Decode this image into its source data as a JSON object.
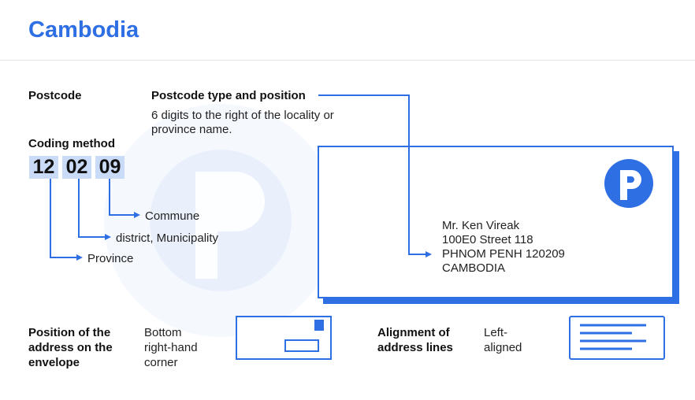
{
  "header": {
    "title": "Cambodia"
  },
  "postcode": {
    "label": "Postcode"
  },
  "type_position": {
    "label": "Postcode type and position",
    "description_line1": "6 digits to the right of the locality or",
    "description_line2": "province name."
  },
  "coding": {
    "label": "Coding method",
    "digits": [
      "12",
      "02",
      "09"
    ],
    "parts": [
      "Commune",
      "district, Municipality",
      "Province"
    ]
  },
  "address": {
    "lines": [
      "Mr. Ken Vireak",
      "100E0 Street 118",
      "PHNOM PENH 120209",
      "CAMBODIA"
    ]
  },
  "position_section": {
    "label_line1": "Position of the",
    "label_line2": "address on the",
    "label_line3": "envelope",
    "value_line1": "Bottom",
    "value_line2": "right-hand",
    "value_line3": "corner"
  },
  "alignment_section": {
    "label_line1": "Alignment of",
    "label_line2": "address lines",
    "value_line1": "Left-",
    "value_line2": "aligned"
  },
  "colors": {
    "accent": "#2f6fe4",
    "highlight": "#c9dbf6",
    "watermark": "#eef3fc"
  },
  "icons": [
    "logo-icon",
    "envelope-position-icon",
    "left-align-icon"
  ]
}
